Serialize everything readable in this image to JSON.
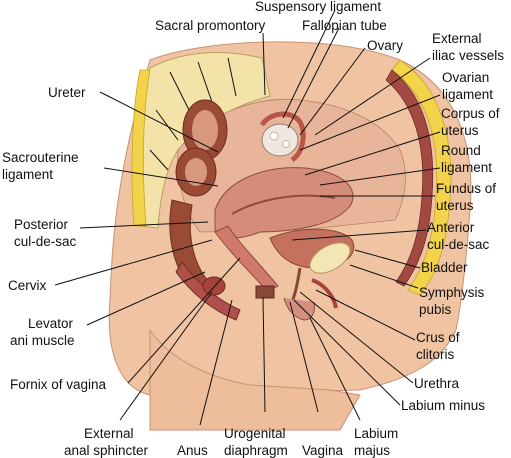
{
  "labels": {
    "sacral_promontory": "Sacral promontory",
    "suspensory_ligament": "Suspensory ligament",
    "fallopian_tube": "Fallopian tube",
    "ovary": "Ovary",
    "external_iliac_vessels_1": "External",
    "external_iliac_vessels_2": "iliac vessels",
    "ovarian_ligament_1": "Ovarian",
    "ovarian_ligament_2": "ligament",
    "corpus_of_uterus_1": "Corpus of",
    "corpus_of_uterus_2": "uterus",
    "round_ligament_1": "Round",
    "round_ligament_2": "ligament",
    "fundus_of_uterus_1": "Fundus of",
    "fundus_of_uterus_2": "uterus",
    "anterior_cul_de_sac_1": "Anterior",
    "anterior_cul_de_sac_2": "cul-de-sac",
    "bladder": "Bladder",
    "symphysis_pubis_1": "Symphysis",
    "symphysis_pubis_2": "pubis",
    "crus_of_clitoris_1": "Crus of",
    "crus_of_clitoris_2": "clitoris",
    "urethra": "Urethra",
    "labium_minus": "Labium minus",
    "labium_majus_1": "Labium",
    "labium_majus_2": "majus",
    "vagina": "Vagina",
    "urogenital_diaphragm_1": "Urogenital",
    "urogenital_diaphragm_2": "diaphragm",
    "anus": "Anus",
    "external_anal_sphincter_1": "External",
    "external_anal_sphincter_2": "anal sphincter",
    "fornix_of_vagina": "Fornix of vagina",
    "levator_ani_muscle_1": "Levator",
    "levator_ani_muscle_2": "ani muscle",
    "cervix": "Cervix",
    "posterior_cul_de_sac_1": "Posterior",
    "posterior_cul_de_sac_2": "cul-de-sac",
    "sacrouterine_ligament_1": "Sacrouterine",
    "sacrouterine_ligament_2": "ligament",
    "ureter": "Ureter"
  }
}
